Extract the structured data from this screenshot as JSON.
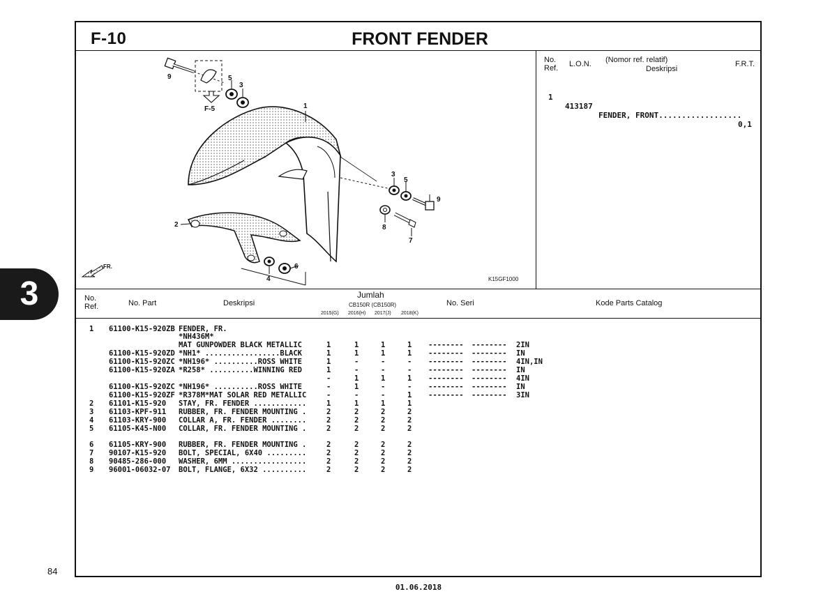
{
  "header": {
    "section_code": "F-10",
    "title": "FRONT FENDER"
  },
  "lon_table": {
    "col_no_ref": "No. Ref.",
    "col_lon": "L.O.N.",
    "col_desc_1": "(Nomor ref. relatif)",
    "col_desc_2": "Deskripsi",
    "col_frt": "F.R.T.",
    "rows": [
      {
        "ref": "1",
        "lon": "413187",
        "desc": "FENDER, FRONT..................",
        "frt": "0,1"
      }
    ]
  },
  "diagram": {
    "code": "K15GF1000",
    "direction": "FR.",
    "ref_page": "F-5",
    "callouts": [
      "1",
      "2",
      "3",
      "3",
      "4",
      "5",
      "5",
      "6",
      "7",
      "8",
      "9",
      "9"
    ]
  },
  "parts_header": {
    "no_ref": "No. Ref.",
    "no_part": "No. Part",
    "deskripsi": "Deskripsi",
    "jumlah": "Jumlah",
    "model": "CB150R (CB150R)",
    "years": [
      "2015(G)",
      "2016(H)",
      "2017(J)",
      "2018(K)"
    ],
    "no_seri": "No. Seri",
    "kode": "Kode Parts Catalog"
  },
  "parts": [
    {
      "ref": "1",
      "part": "61100-K15-920ZB",
      "desc": "FENDER, FR.",
      "q": [
        "",
        "",
        "",
        ""
      ],
      "serial": false,
      "code": ""
    },
    {
      "ref": "",
      "part": "",
      "desc": "*NH436M*",
      "q": [
        "",
        "",
        "",
        ""
      ],
      "serial": false,
      "code": ""
    },
    {
      "ref": "",
      "part": "",
      "desc": "MAT GUNPOWDER BLACK METALLIC",
      "q": [
        "1",
        "1",
        "1",
        "1"
      ],
      "serial": true,
      "code": "2IN"
    },
    {
      "ref": "",
      "part": "61100-K15-920ZD",
      "desc": "*NH1* .................BLACK",
      "q": [
        "1",
        "1",
        "1",
        "1"
      ],
      "serial": true,
      "code": "IN"
    },
    {
      "ref": "",
      "part": "61100-K15-920ZC",
      "desc": "*NH196* ..........ROSS WHITE",
      "q": [
        "1",
        "-",
        "-",
        "-"
      ],
      "serial": true,
      "code": "4IN,IN"
    },
    {
      "ref": "",
      "part": "61100-K15-920ZA",
      "desc": "*R258* ..........WINNING RED",
      "q": [
        "1",
        "-",
        "-",
        "-"
      ],
      "serial": true,
      "code": "IN"
    },
    {
      "ref": "",
      "part": "",
      "desc": "",
      "q": [
        "-",
        "1",
        "1",
        "1"
      ],
      "serial": true,
      "code": "4IN"
    },
    {
      "ref": "",
      "part": "61100-K15-920ZC",
      "desc": "*NH196* ..........ROSS WHITE",
      "q": [
        "-",
        "1",
        "-",
        "-"
      ],
      "serial": true,
      "code": "IN"
    },
    {
      "ref": "",
      "part": "61100-K15-920ZF",
      "desc": "*R378M*MAT SOLAR RED METALLIC",
      "q": [
        "-",
        "-",
        "-",
        "1"
      ],
      "serial": true,
      "code": "3IN"
    },
    {
      "ref": "2",
      "part": "61101-K15-920",
      "desc": "STAY, FR. FENDER ............",
      "q": [
        "1",
        "1",
        "1",
        "1"
      ],
      "serial": false,
      "code": ""
    },
    {
      "ref": "3",
      "part": "61103-KPF-911",
      "desc": "RUBBER, FR. FENDER MOUNTING .",
      "q": [
        "2",
        "2",
        "2",
        "2"
      ],
      "serial": false,
      "code": ""
    },
    {
      "ref": "4",
      "part": "61103-KRY-900",
      "desc": "COLLAR A, FR. FENDER ........",
      "q": [
        "2",
        "2",
        "2",
        "2"
      ],
      "serial": false,
      "code": ""
    },
    {
      "ref": "5",
      "part": "61105-K45-N00",
      "desc": "COLLAR, FR. FENDER MOUNTING .",
      "q": [
        "2",
        "2",
        "2",
        "2"
      ],
      "serial": false,
      "code": ""
    },
    {
      "ref": "6",
      "part": "61105-KRY-900",
      "desc": "RUBBER, FR. FENDER MOUNTING .",
      "q": [
        "2",
        "2",
        "2",
        "2"
      ],
      "serial": false,
      "code": ""
    },
    {
      "ref": "7",
      "part": "90107-K15-920",
      "desc": "BOLT, SPECIAL, 6X40 .........",
      "q": [
        "2",
        "2",
        "2",
        "2"
      ],
      "serial": false,
      "code": ""
    },
    {
      "ref": "8",
      "part": "90485-286-000",
      "desc": "WASHER, 6MM .................",
      "q": [
        "2",
        "2",
        "2",
        "2"
      ],
      "serial": false,
      "code": ""
    },
    {
      "ref": "9",
      "part": "96001-06032-07",
      "desc": "BOLT, FLANGE, 6X32 ..........",
      "q": [
        "2",
        "2",
        "2",
        "2"
      ],
      "serial": false,
      "code": ""
    }
  ],
  "serial_dash": "--------",
  "section_tab": "3",
  "page_number": "84",
  "date": "01.06.2018"
}
